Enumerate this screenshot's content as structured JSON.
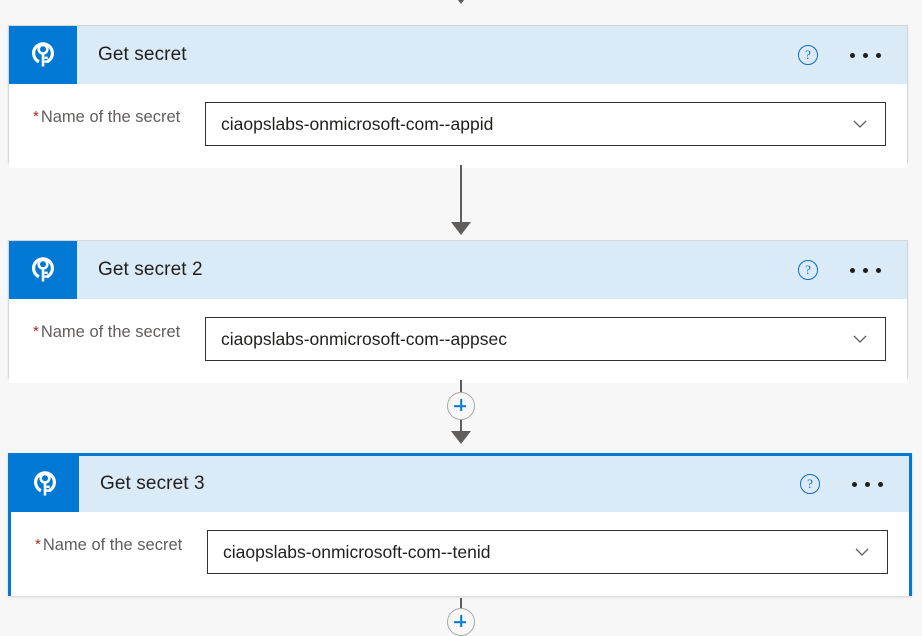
{
  "theme": {
    "accent": "#0078d4",
    "header_band": "#dbeaf7",
    "canvas_bg": "#f7f7f7",
    "required_star": "#a4262c",
    "label_text": "#605e5c",
    "connector": "#605e5c",
    "selected_border": "#0078d4"
  },
  "icons": {
    "action": "key-vault-icon",
    "help": "help-circle-icon",
    "more": "ellipsis-icon",
    "dropdown": "chevron-down-icon",
    "add_step": "plus-circle-icon",
    "flow": "arrow-down-icon"
  },
  "help_label": "?",
  "cards": [
    {
      "id": "get-secret",
      "title": "Get secret",
      "selected": false,
      "field": {
        "label": "Name of the secret",
        "required": true,
        "value": "ciaopslabs-onmicrosoft-com--appid"
      }
    },
    {
      "id": "get-secret-2",
      "title": "Get secret 2",
      "selected": false,
      "field": {
        "label": "Name of the secret",
        "required": true,
        "value": "ciaopslabs-onmicrosoft-com--appsec"
      }
    },
    {
      "id": "get-secret-3",
      "title": "Get secret 3",
      "selected": true,
      "field": {
        "label": "Name of the secret",
        "required": true,
        "value": "ciaopslabs-onmicrosoft-com--tenid"
      }
    }
  ]
}
